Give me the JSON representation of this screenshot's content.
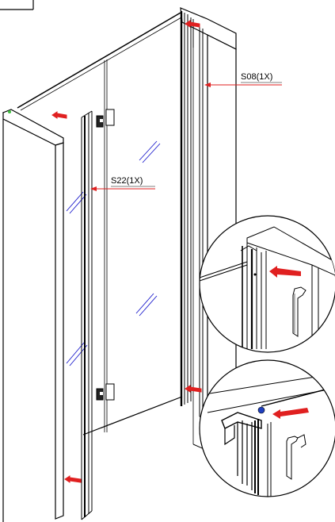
{
  "callouts": [
    {
      "id": "s08",
      "label": "S08(1X)"
    },
    {
      "id": "s22",
      "label": "S22(1X)"
    }
  ],
  "colors": {
    "arrow": "#e02020",
    "glass_hatch": "#1a1acc",
    "line": "#000000",
    "background": "#ffffff",
    "seal_blue": "#1f3fbf"
  },
  "details": [
    {
      "id": "detail-top",
      "shape": "circle"
    },
    {
      "id": "detail-bottom",
      "shape": "circle"
    }
  ]
}
